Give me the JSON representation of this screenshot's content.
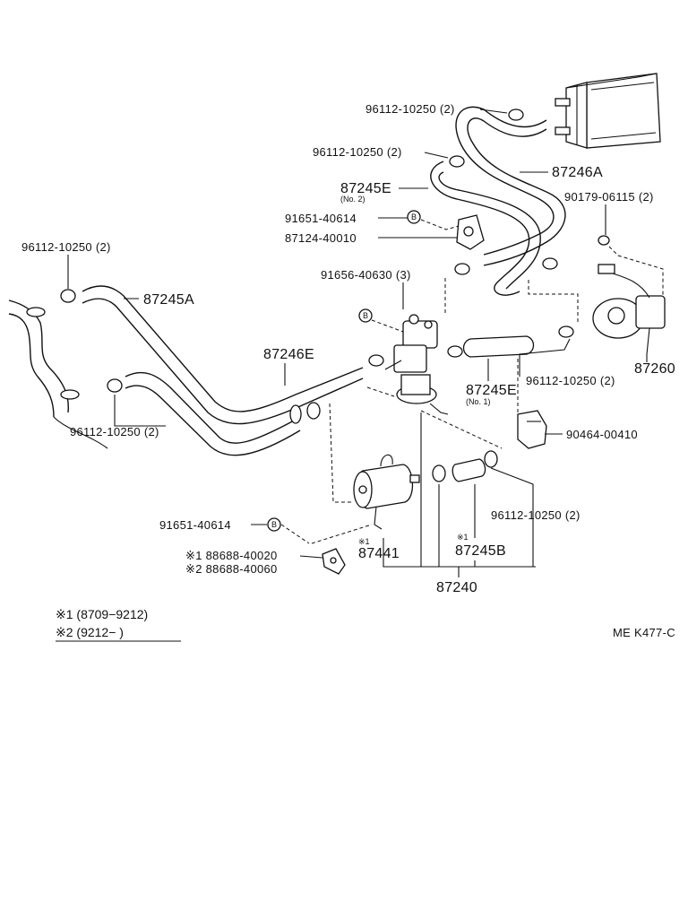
{
  "diagram": {
    "labels": {
      "clamp_top": "96112-10250 (2)",
      "clamp_mid": "96112-10250 (2)",
      "hose_87246a": "87246A",
      "hose_87245e_no2": "87245E",
      "hose_87245e_no2_sub": "(No. 2)",
      "bolt_91651_top": "91651-40614",
      "bracket_87124": "87124-40010",
      "clamp_90179": "90179-06115 (2)",
      "clamp_left": "96112-10250 (2)",
      "hose_87245a": "87245A",
      "bolt_91656": "91656-40630 (3)",
      "hose_87246e": "87246E",
      "hose_87245e_no1": "87245E",
      "hose_87245e_no1_sub": "(No. 1)",
      "clamp_right": "96112-10250 (2)",
      "part_87260": "87260",
      "clamp_lower_left": "96112-10250 (2)",
      "clamp_90464": "90464-00410",
      "clamp_lower_right": "96112-10250 (2)",
      "bolt_91651_bottom": "91651-40614",
      "mark_87441": "※1",
      "part_87441": "87441",
      "mark_87245b": "※1",
      "hose_87245b": "87245B",
      "bracket_88688_1": "※1 88688-40020",
      "bracket_88688_2": "※2 88688-40060",
      "assembly_87240": "87240",
      "bolt_symbol": "B"
    },
    "legend": {
      "row1": "※1 (8709−9212)",
      "row2": "※2 (9212−          )"
    },
    "figure_code": "ME K477-C"
  }
}
